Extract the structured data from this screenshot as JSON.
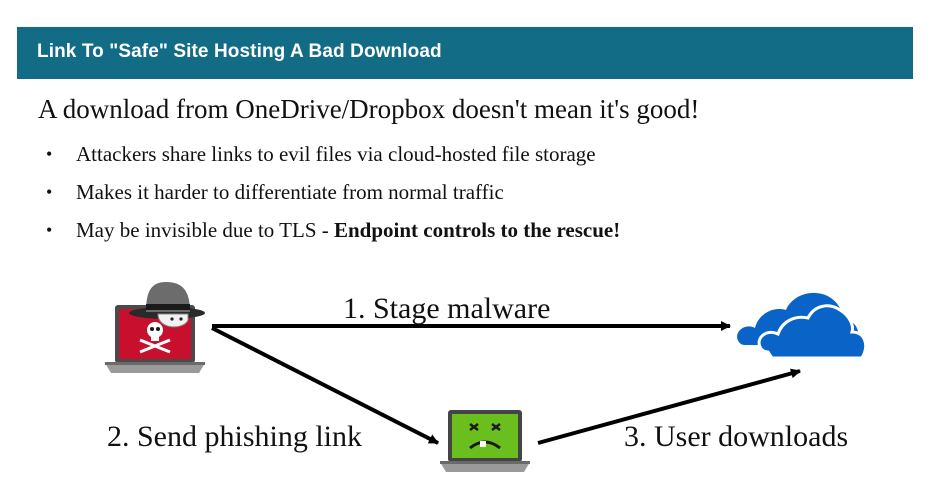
{
  "slide": {
    "title": "Link To \"Safe\" Site Hosting A Bad Download",
    "headline": "A download from OneDrive/Dropbox doesn't mean it's good!",
    "bullets": [
      {
        "text": "Attackers share links to evil files via cloud-hosted file storage",
        "bold": ""
      },
      {
        "text": "Makes it harder to differentiate from normal traffic",
        "bold": ""
      },
      {
        "text": "May be invisible due to TLS  - ",
        "bold": "Endpoint controls to the rescue!"
      }
    ],
    "bullet_glyph": "•"
  },
  "diagram": {
    "steps": {
      "step1": "1. Stage malware",
      "step2": "2. Send phishing link",
      "step3": "3. User downloads"
    },
    "icons": {
      "attacker": "hacker-laptop-icon",
      "victim": "sick-laptop-icon",
      "cloud": "onedrive-cloud-icon"
    },
    "colors": {
      "title_bar": "#136c86",
      "attacker_screen": "#c8102e",
      "victim_screen": "#6abf1f",
      "cloud": "#0a64c8"
    }
  }
}
